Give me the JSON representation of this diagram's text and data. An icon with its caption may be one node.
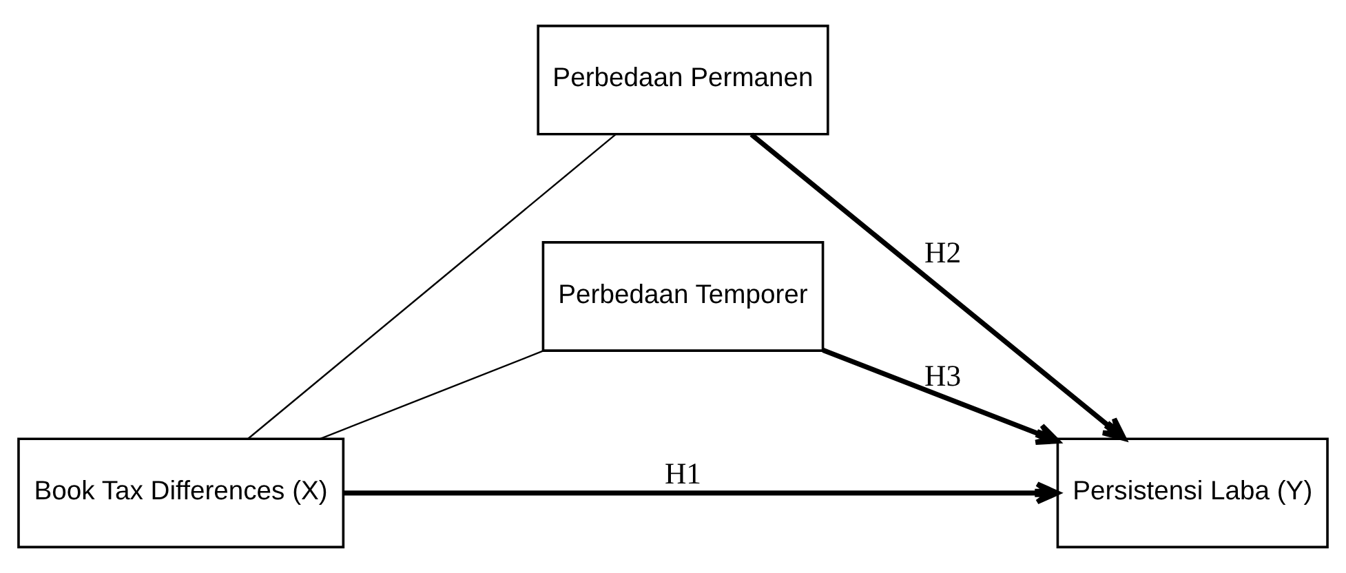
{
  "diagram": {
    "nodes": [
      {
        "text": [
          "Book Tax Differences (X)"
        ]
      },
      {
        "text": [
          "Perbedaan Permanen"
        ]
      },
      {
        "text": [
          "Perbedaan Temporer"
        ]
      },
      {
        "text": [
          "Persistensi Laba (Y)"
        ]
      }
    ],
    "edges": [
      {
        "from": 0,
        "to": 1,
        "arrow": "none"
      },
      {
        "from": 0,
        "to": 2,
        "arrow": "none"
      },
      {
        "from": 0,
        "to": 3,
        "arrow": "to",
        "label": "H1"
      },
      {
        "from": 1,
        "to": 3,
        "arrow": "to",
        "label": "H2"
      },
      {
        "from": 2,
        "to": 3,
        "arrow": "to",
        "label": "H3"
      }
    ]
  }
}
